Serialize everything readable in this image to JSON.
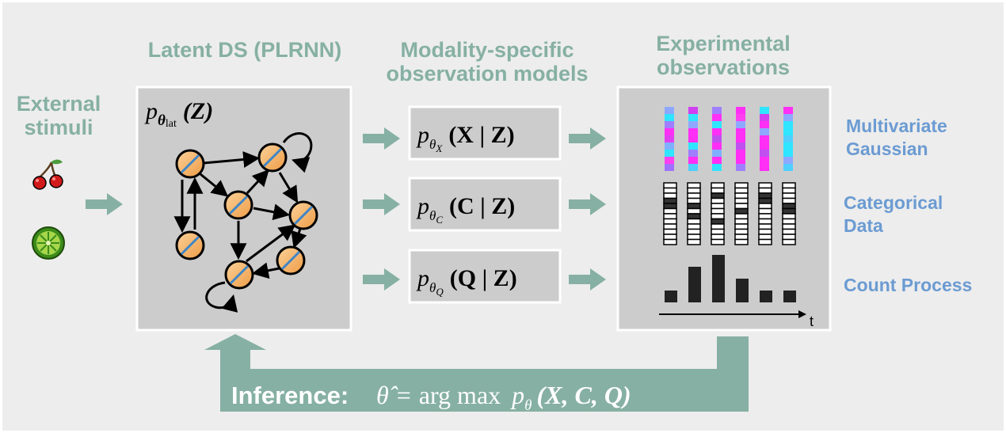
{
  "headers": {
    "external_stimuli": [
      "External",
      "stimuli"
    ],
    "latent_ds": "Latent DS (PLRNN)",
    "observation_models": [
      "Modality-specific",
      "observation models"
    ],
    "experimental_observations": [
      "Experimental",
      "observations"
    ]
  },
  "latent_box": {
    "prior_label": "p",
    "prior_subscript": "θ",
    "prior_subscript_extra": "lat",
    "prior_argument": "(Z)"
  },
  "models": [
    {
      "base": "p",
      "theta": "θ",
      "subscript": "X",
      "argument": "(X | Z)"
    },
    {
      "base": "p",
      "theta": "θ",
      "subscript": "C",
      "argument": "(C | Z)"
    },
    {
      "base": "p",
      "theta": "θ",
      "subscript": "Q",
      "argument": "(Q | Z)"
    }
  ],
  "observation_types": {
    "gaussian": [
      "Multivariate",
      "Gaussian"
    ],
    "categorical": [
      "Categorical",
      "Data"
    ],
    "count": "Count Process",
    "time_axis_label": "t"
  },
  "inference": {
    "label": "Inference:",
    "theta_hat": "θ̂",
    "equals": "=",
    "operator": "arg max",
    "p": "p",
    "p_subscript": "θ",
    "argument": "(X, C, Q)"
  },
  "icons": [
    "cherry-icon",
    "lime-slice-icon"
  ],
  "colors": {
    "background_panel": "#ededed",
    "teal_accent": "#86b0a3",
    "label_blue": "#6b9bd2",
    "node_orange": "#f6b26b",
    "node_line_blue": "#3f86c7",
    "box_gray": "#cccccc"
  }
}
